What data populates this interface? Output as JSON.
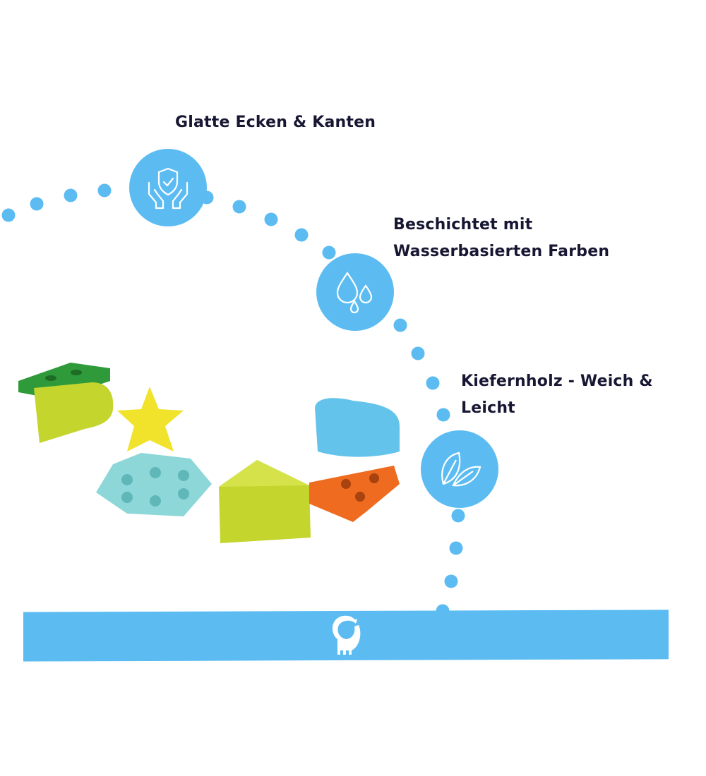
{
  "features": [
    {
      "label": "Glatte Ecken & Kanten",
      "icon": "hands-shield-icon"
    },
    {
      "label_line1": "Beschichtet mit",
      "label_line2": "Wasserbasierten Farben",
      "icon": "water-drops-icon"
    },
    {
      "label_line1": "Kiefernholz - Weich &",
      "label_line2": "Leicht",
      "icon": "leaves-icon"
    }
  ],
  "brand_icon": "dinosaur-logo-icon",
  "colors": {
    "accent": "#5cbcf2",
    "text": "#171733"
  }
}
